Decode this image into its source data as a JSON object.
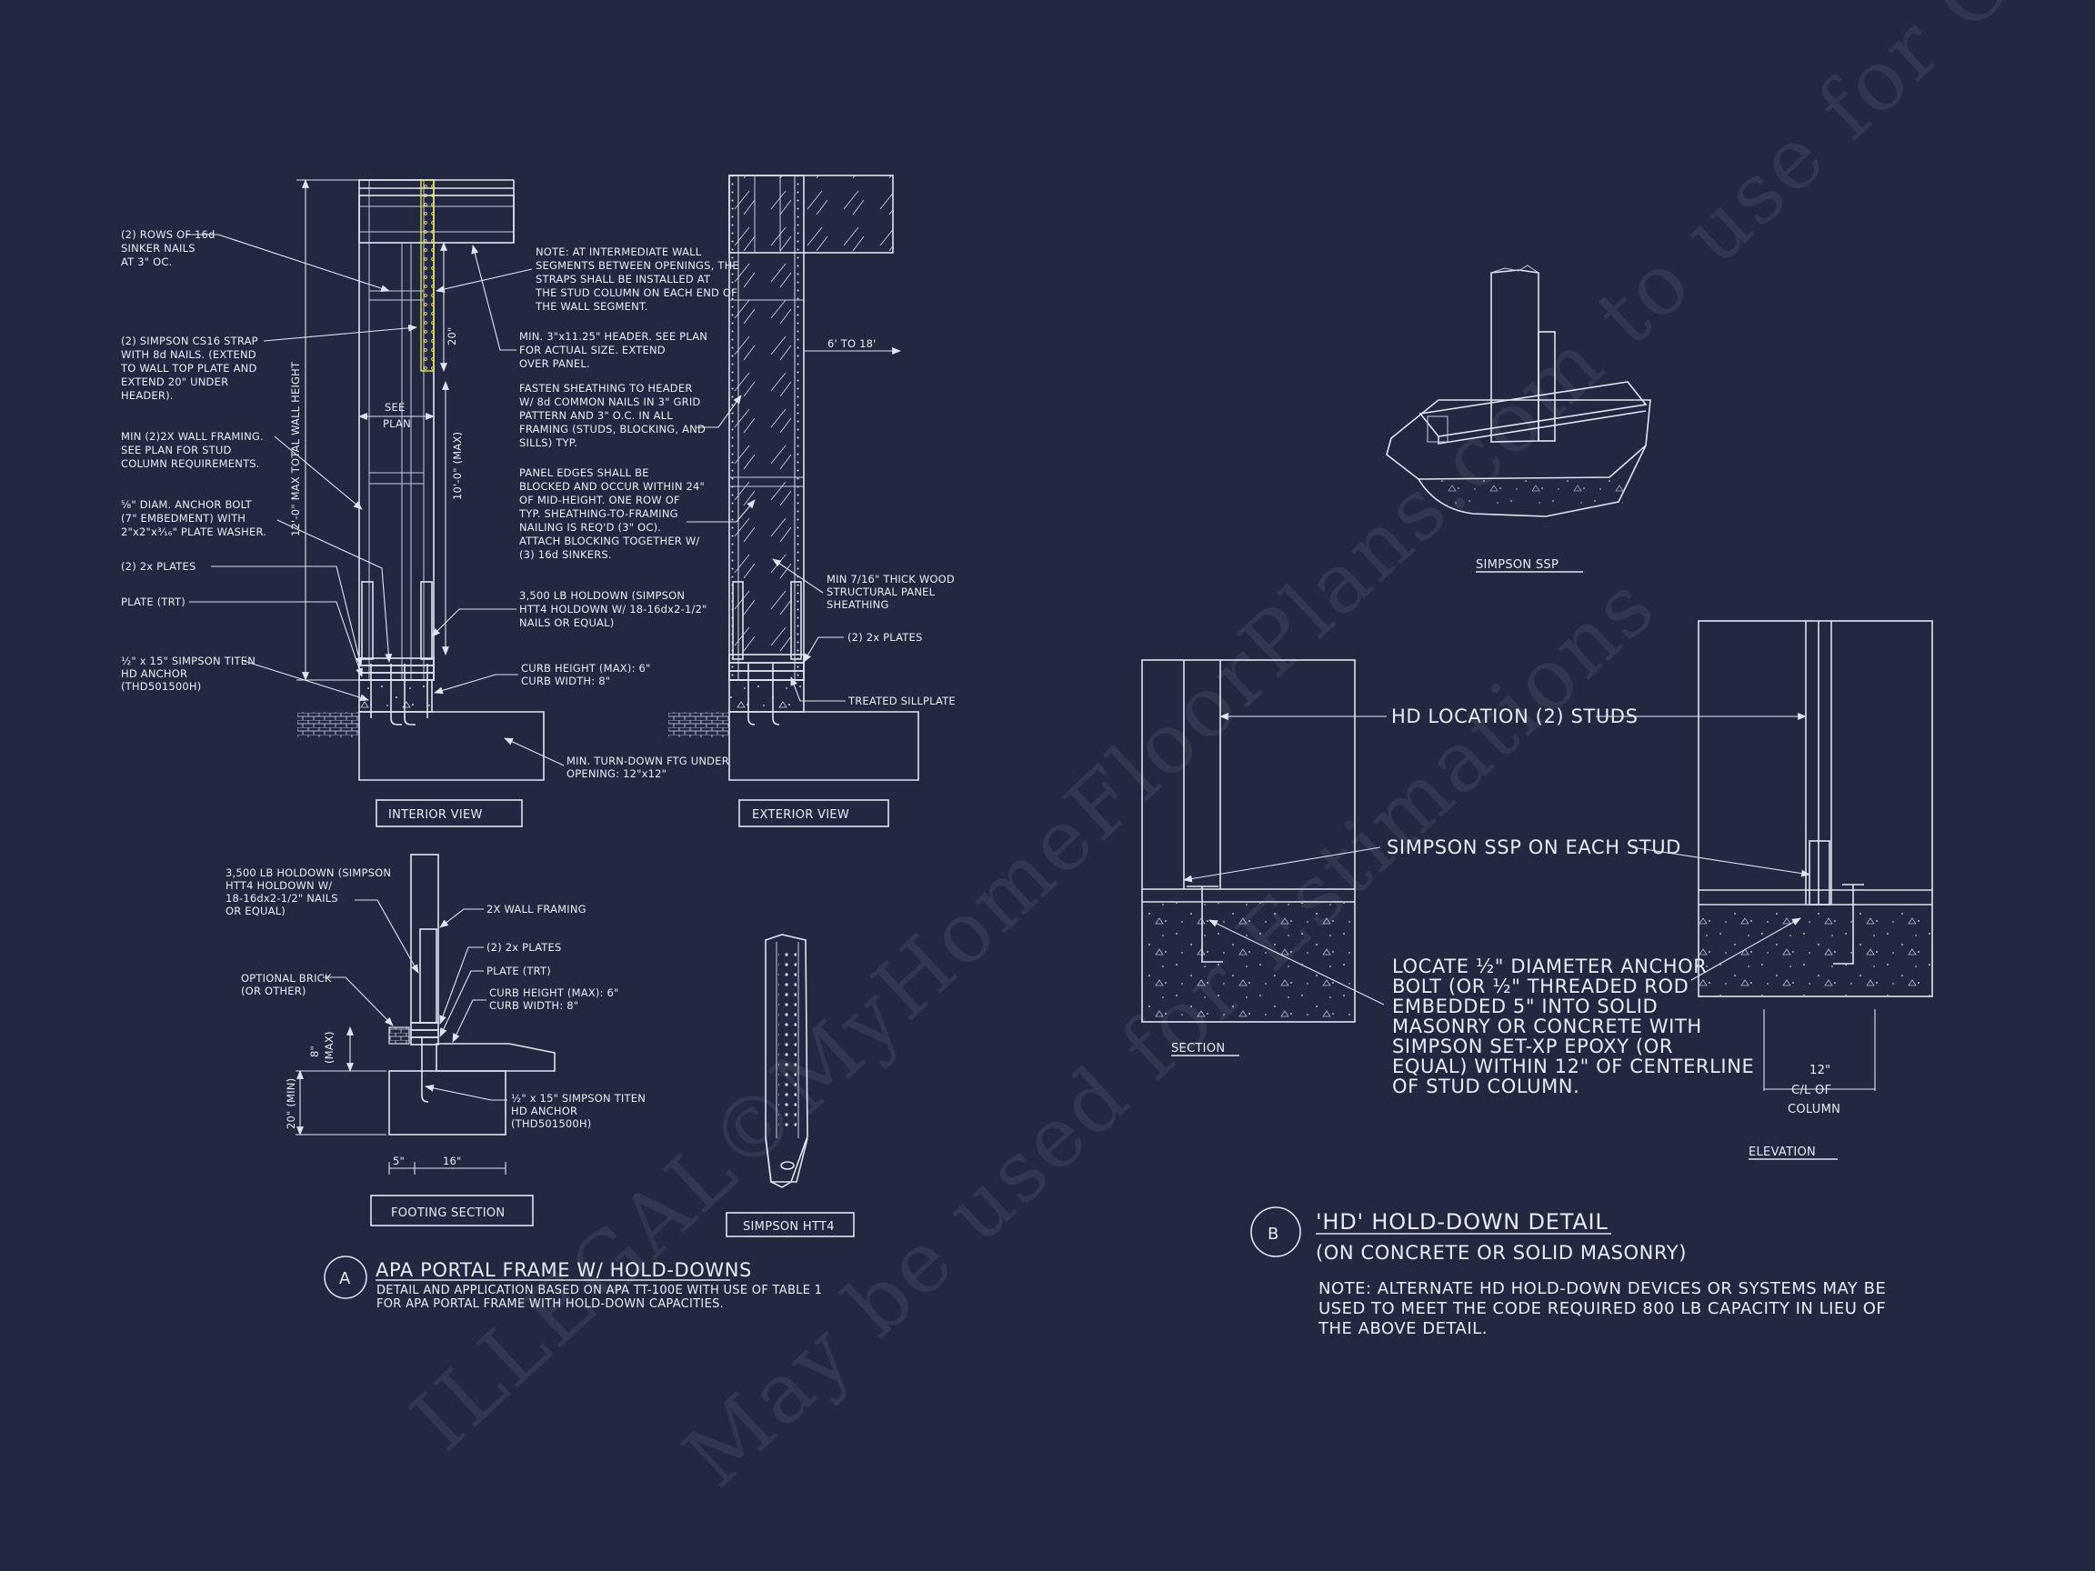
{
  "sheet": {
    "background": "#222840",
    "line_color": "#dfe4f0",
    "strap_color": "#c8c840"
  },
  "watermark": {
    "line1": "ILLEGAL©MyHomeFloorPlans.com to use for Construction",
    "line2": "May be used for Estimations"
  },
  "interior_view": {
    "label": "INTERIOR VIEW",
    "notes": {
      "n1": [
        "(2) ROWS OF 16d",
        "SINKER NAILS",
        "AT 3\" OC."
      ],
      "n2": [
        "(2) SIMPSON CS16 STRAP",
        "WITH 8d NAILS. (EXTEND",
        "TO WALL TOP PLATE AND",
        "EXTEND 20\" UNDER",
        "HEADER)."
      ],
      "n3": [
        "MIN (2)2X WALL FRAMING.",
        "SEE PLAN FOR STUD",
        "COLUMN REQUIREMENTS."
      ],
      "n4": [
        "⅝\" DIAM. ANCHOR BOLT",
        "(7\" EMBEDMENT) WITH",
        "2\"x2\"x³⁄₁₆\" PLATE WASHER."
      ],
      "n5": "(2) 2x PLATES",
      "n6": "PLATE (TRT)",
      "n7": [
        "½\" x 15\" SIMPSON TITEN",
        "HD ANCHOR",
        "(THD501500H)"
      ],
      "n8": [
        "NOTE: AT INTERMEDIATE WALL",
        "SEGMENTS BETWEEN OPENINGS, THE",
        "STRAPS SHALL BE INSTALLED AT",
        "THE STUD COLUMN ON EACH END OF",
        "THE WALL SEGMENT."
      ],
      "n9": [
        "MIN. 3\"x11.25\" HEADER. SEE PLAN",
        "FOR ACTUAL SIZE. EXTEND",
        "OVER PANEL."
      ],
      "n10": [
        "FASTEN SHEATHING TO HEADER",
        "W/ 8d COMMON NAILS IN 3\" GRID",
        "PATTERN AND 3\" O.C. IN ALL",
        "FRAMING (STUDS, BLOCKING, AND",
        "SILLS) TYP."
      ],
      "n11": [
        "PANEL EDGES SHALL BE",
        "BLOCKED AND OCCUR WITHIN 24\"",
        "OF MID-HEIGHT.  ONE ROW OF",
        "TYP. SHEATHING-TO-FRAMING",
        "NAILING IS REQ'D (3\" OC).",
        "ATTACH BLOCKING TOGETHER W/",
        "(3) 16d SINKERS."
      ],
      "n12": [
        "3,500 LB HOLDOWN (SIMPSON",
        "HTT4 HOLDOWN W/ 18-16dx2-1/2\"",
        "NAILS OR EQUAL)"
      ],
      "n13": [
        "CURB HEIGHT (MAX): 6\"",
        "CURB WIDTH: 8\""
      ],
      "n14": [
        "MIN. TURN-DOWN FTG UNDER",
        "OPENING: 12\"x12\""
      ]
    },
    "dims": {
      "total_height": "12'-0\" MAX TOTAL WALL HEIGHT",
      "strap_ext": "20\"",
      "see_plan": [
        "SEE",
        "PLAN"
      ],
      "max_height": "10'-0\" (MAX)"
    }
  },
  "exterior_view": {
    "label": "EXTERIOR VIEW",
    "dim": "6' TO 18'",
    "notes": {
      "n1": [
        "MIN 7/16\" THICK WOOD",
        "STRUCTURAL PANEL",
        "SHEATHING"
      ],
      "n2": "(2) 2x PLATES",
      "n3": "TREATED SILLPLATE"
    }
  },
  "footing_section": {
    "label": "FOOTING SECTION",
    "notes": {
      "n1": [
        "3,500 LB HOLDOWN (SIMPSON",
        "HTT4 HOLDOWN W/",
        "18-16dx2-1/2\" NAILS",
        "OR EQUAL)"
      ],
      "n2": "2X WALL FRAMING",
      "n3": "(2) 2x PLATES",
      "n4": "PLATE (TRT)",
      "n5": [
        "CURB HEIGHT (MAX): 6\"",
        "CURB WIDTH: 8\""
      ],
      "n6": [
        "OPTIONAL BRICK",
        "(OR OTHER)"
      ],
      "n7": [
        "½\" x 15\" SIMPSON TITEN",
        "HD ANCHOR",
        "(THD501500H)"
      ]
    },
    "dims": {
      "d1": "8\"",
      "d1b": "(MAX)",
      "d2": "20\" (MIN)",
      "d3": "5\"",
      "d4": "16\""
    }
  },
  "simpson_htt4": {
    "label": "SIMPSON HTT4"
  },
  "title_a": {
    "letter": "A",
    "title": "APA PORTAL FRAME W/ HOLD-DOWNS",
    "desc": [
      "DETAIL AND APPLICATION BASED ON APA TT-100E WITH USE OF TABLE 1",
      "FOR APA PORTAL FRAME WITH HOLD-DOWN CAPACITIES."
    ]
  },
  "simpson_ssp": {
    "label": "SIMPSON SSP"
  },
  "hd_section": {
    "label": "SECTION"
  },
  "hd_elevation": {
    "label": "ELEVATION",
    "dim": [
      "12\"",
      "C/L OF",
      "COLUMN"
    ]
  },
  "hd_notes": {
    "n1": "HD LOCATION (2) STUDS",
    "n2": "SIMPSON SSP ON EACH STUD",
    "n3": [
      "LOCATE ½\" DIAMETER ANCHOR",
      "BOLT (OR ½\" THREADED ROD",
      "EMBEDDED 5\" INTO SOLID",
      "MASONRY OR CONCRETE WITH",
      "SIMPSON SET-XP EPOXY (OR",
      "EQUAL) WITHIN 12\" OF CENTERLINE",
      "OF STUD COLUMN."
    ]
  },
  "title_b": {
    "letter": "B",
    "title": "'HD' HOLD-DOWN DETAIL",
    "subtitle": "(ON CONCRETE OR SOLID MASONRY)",
    "note": [
      "NOTE: ALTERNATE HD HOLD-DOWN DEVICES OR SYSTEMS MAY BE",
      "USED TO MEET THE CODE REQUIRED 800 LB CAPACITY IN LIEU OF",
      "THE ABOVE DETAIL."
    ]
  }
}
